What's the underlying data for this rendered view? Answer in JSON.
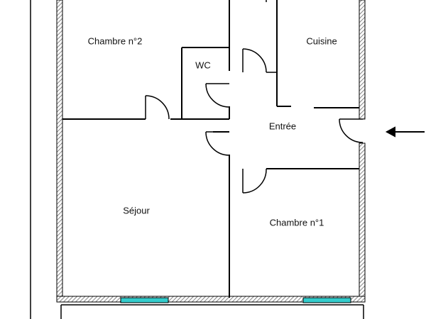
{
  "plan": {
    "rooms": {
      "chambre2": "Chambre n°2",
      "cuisine": "Cuisine",
      "wc": "WC",
      "entree": "Entrée",
      "sejour": "Séjour",
      "chambre1": "Chambre n°1"
    },
    "entrance_arrow_icon": "arrow-left-icon",
    "colors": {
      "wall": "#000000",
      "window": "#33cccc",
      "hatch": "#777777"
    }
  }
}
